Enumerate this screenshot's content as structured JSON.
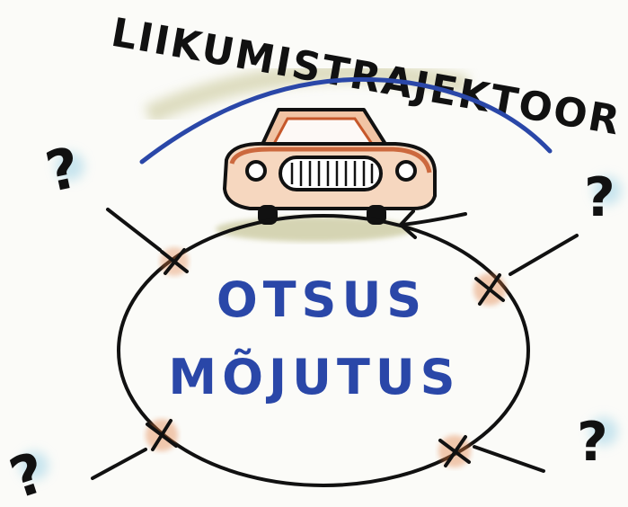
{
  "title": "LIIKUMISTRAJEKTOOR",
  "center": {
    "line1": "OTSUS",
    "line2": "MÕJUTUS"
  },
  "question_marks": [
    "?",
    "?",
    "?",
    "?"
  ],
  "colors": {
    "ink": "#111111",
    "blue_marker": "#2a47a8",
    "orange_marker": "#d8642a",
    "olive_shadow": "#b9b78a",
    "cyan_glow": "#9fd3e6"
  },
  "icons": [
    "car-icon",
    "arrow-icon",
    "cross-mark-icon"
  ]
}
